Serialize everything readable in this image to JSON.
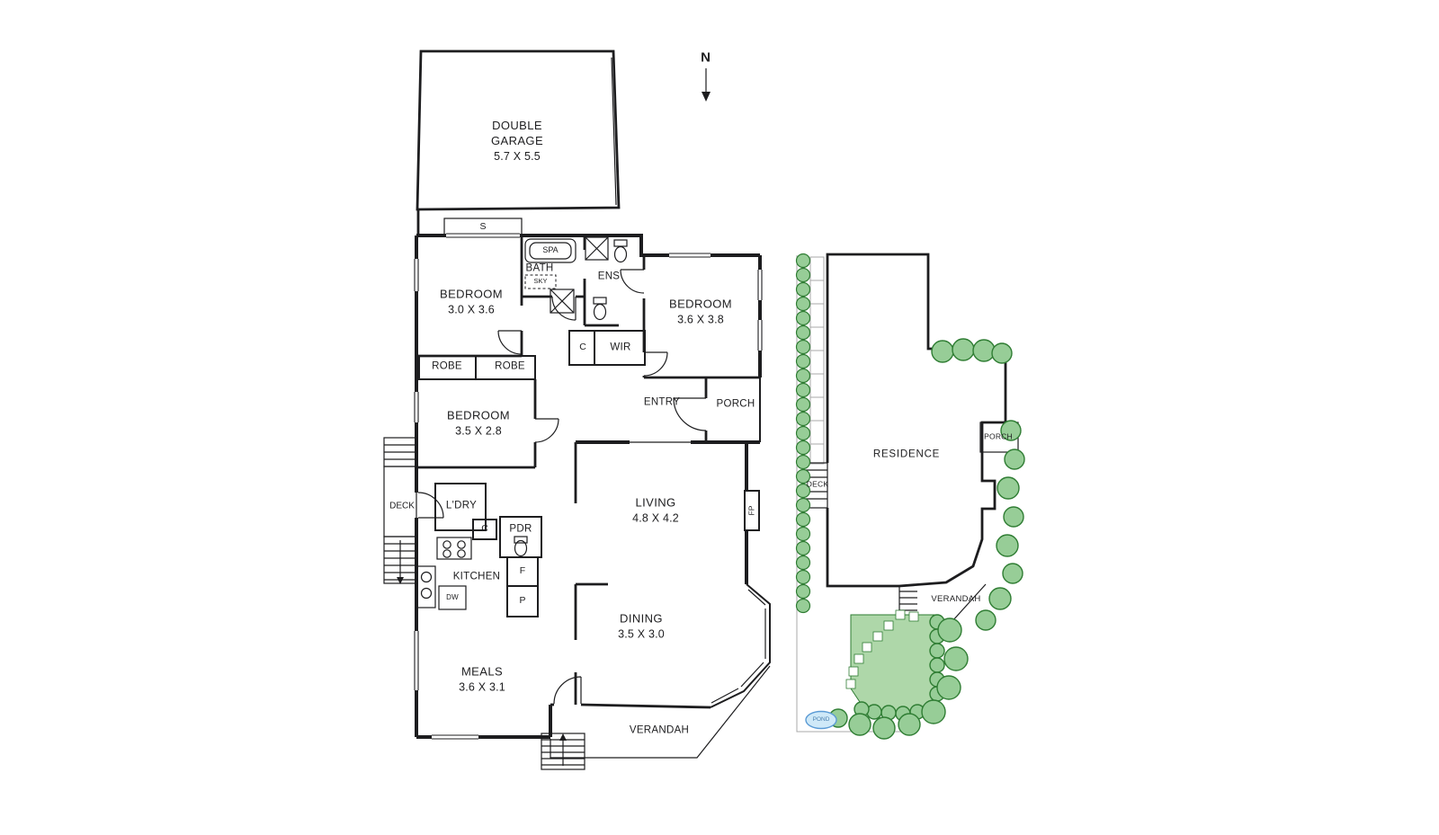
{
  "compass": {
    "label": "N"
  },
  "rooms": {
    "garage_name": "DOUBLE GARAGE",
    "garage_dims": "5.7 X 5.5",
    "storage": "S",
    "spa": "SPA",
    "bath": "BATH",
    "sky": "SKY",
    "ens": "ENS",
    "bedroom1_name": "BEDROOM",
    "bedroom1_dims": "3.0 X 3.6",
    "bedroom2_name": "BEDROOM",
    "bedroom2_dims": "3.6 X 3.8",
    "bedroom3_name": "BEDROOM",
    "bedroom3_dims": "3.5 X 2.8",
    "cupboard_hall": "C",
    "wir": "WIR",
    "robe_left": "ROBE",
    "robe_right": "ROBE",
    "entry": "ENTRY",
    "porch": "PORCH",
    "deck": "DECK",
    "laundry": "L'DRY",
    "cupboard_laundry": "C",
    "powder": "PDR",
    "living_name": "LIVING",
    "living_dims": "4.8 X 4.2",
    "fireplace": "FP",
    "kitchen": "KITCHEN",
    "fridge": "F",
    "pantry": "P",
    "dishwasher": "DW",
    "dining_name": "DINING",
    "dining_dims": "3.5 X 3.0",
    "meals_name": "MEALS",
    "meals_dims": "3.6 X 3.1",
    "verandah": "VERANDAH"
  },
  "siteplan": {
    "residence": "RESIDENCE",
    "porch": "PORCH",
    "deck": "DECK",
    "verandah": "VERANDAH",
    "pond": "POND"
  },
  "colors": {
    "wall": "#1d1d1f",
    "text": "#202022",
    "tree_fill": "#97cd97",
    "tree_stroke": "#2f7d33",
    "lawn_fill": "#aed7a9",
    "pond_fill": "#cfe9f8",
    "pond_stroke": "#5b9bd5"
  }
}
